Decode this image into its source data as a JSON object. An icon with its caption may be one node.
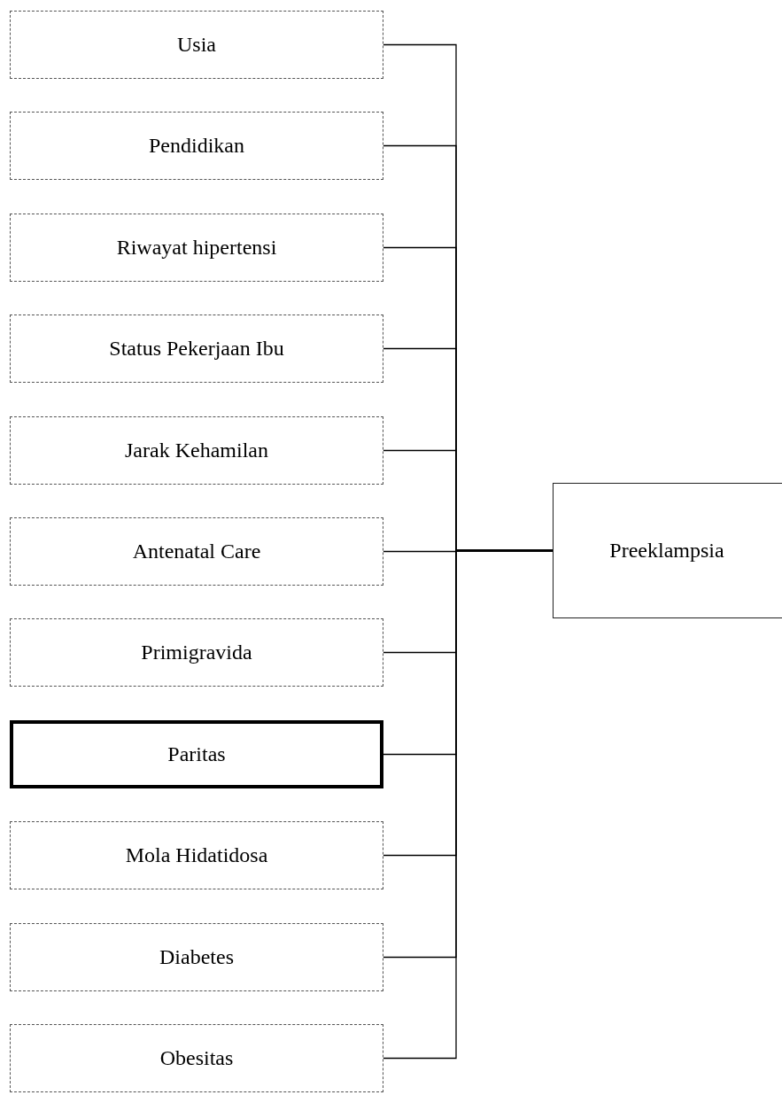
{
  "diagram": {
    "nodes": [
      {
        "text": [
          "Usia"
        ]
      },
      {
        "text": [
          "Pendidikan"
        ]
      },
      {
        "text": [
          "Riwayat hipertensi"
        ]
      },
      {
        "text": [
          "Status Pekerjaan Ibu"
        ]
      },
      {
        "text": [
          "Jarak Kehamilan"
        ]
      },
      {
        "text": [
          "Antenatal Care"
        ]
      },
      {
        "text": [
          "Primigravida"
        ]
      },
      {
        "text": [
          "Paritas"
        ]
      },
      {
        "text": [
          "Mola Hidatidosa"
        ]
      },
      {
        "text": [
          "Diabetes"
        ]
      },
      {
        "text": [
          "Obesitas"
        ]
      },
      {
        "text": [
          "Preeklampsia"
        ]
      }
    ],
    "edges": [
      {
        "from": 0,
        "to": 11,
        "arrow": "none"
      },
      {
        "from": 1,
        "to": 11,
        "arrow": "none"
      },
      {
        "from": 2,
        "to": 11,
        "arrow": "none"
      },
      {
        "from": 3,
        "to": 11,
        "arrow": "none"
      },
      {
        "from": 4,
        "to": 11,
        "arrow": "none"
      },
      {
        "from": 5,
        "to": 11,
        "arrow": "none"
      },
      {
        "from": 6,
        "to": 11,
        "arrow": "none"
      },
      {
        "from": 7,
        "to": 11,
        "arrow": "none"
      },
      {
        "from": 8,
        "to": 11,
        "arrow": "none"
      },
      {
        "from": 9,
        "to": 11,
        "arrow": "none"
      },
      {
        "from": 10,
        "to": 11,
        "arrow": "none"
      }
    ]
  }
}
